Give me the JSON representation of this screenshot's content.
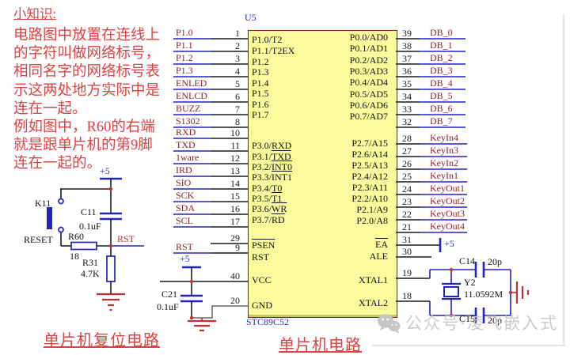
{
  "annotation": {
    "title": "小知识:",
    "lines": [
      "电路图中放置在连线上",
      "的字符叫做网络标号，",
      "相同名字的网络标号表",
      "示这两处地方实际中是",
      "连在一起。",
      "例如图中，R60的右端",
      "就是跟单片机的第9脚",
      "连在一起的。"
    ]
  },
  "chip": {
    "ref": "U5",
    "part": "STC89C52",
    "left_pins": [
      {
        "net": "P1.0",
        "num": "1",
        "pre": "P1.0/T2",
        "ov": ""
      },
      {
        "net": "P1.1",
        "num": "2",
        "pre": "P1.1/T2EX",
        "ov": ""
      },
      {
        "net": "P1.2",
        "num": "3",
        "pre": "P1.2",
        "ov": ""
      },
      {
        "net": "P1.3",
        "num": "4",
        "pre": "P1.3",
        "ov": ""
      },
      {
        "net": "ENLED",
        "num": "5",
        "pre": "P1.4",
        "ov": ""
      },
      {
        "net": "ENLCD",
        "num": "6",
        "pre": "P1.5",
        "ov": ""
      },
      {
        "net": "BUZZ",
        "num": "7",
        "pre": "P1.6",
        "ov": ""
      },
      {
        "net": "S1302",
        "num": "8",
        "pre": "P1.7",
        "ov": ""
      },
      {
        "net": "RXD",
        "num": "10",
        "pre": "P3.0/RXD",
        "ov": ""
      },
      {
        "net": "TXD",
        "num": "11",
        "pre": "P3.1/",
        "ov": "TXD"
      },
      {
        "net": "1ware",
        "num": "12",
        "pre": "P3.2/",
        "ov": "INT0"
      },
      {
        "net": "IRD",
        "num": "13",
        "pre": "P3.3/",
        "ov": "INT1"
      },
      {
        "net": "SIO",
        "num": "14",
        "pre": "P3.4/T0",
        "ov": ""
      },
      {
        "net": "SCK",
        "num": "15",
        "pre": "P3.5/",
        "ov": "T1"
      },
      {
        "net": "SDA",
        "num": "16",
        "pre": "P3.6/",
        "ov": "WR"
      },
      {
        "net": "SCL",
        "num": "17",
        "pre": "P3.7/",
        "ov": "RD"
      },
      {
        "net": "",
        "num": "29",
        "pre": "",
        "ov": "PSEN"
      },
      {
        "net": "RST",
        "num": "9",
        "pre": "RST",
        "ov": ""
      },
      {
        "net": "",
        "num": "40",
        "pre": "VCC",
        "ov": ""
      },
      {
        "net": "",
        "num": "20",
        "pre": "GND",
        "ov": ""
      }
    ],
    "right_pins": [
      {
        "pre": "P0.0/AD0",
        "ov": "",
        "num": "39",
        "net": "DB_0"
      },
      {
        "pre": "P0.1/AD1",
        "ov": "",
        "num": "38",
        "net": "DB_1"
      },
      {
        "pre": "P0.2/AD2",
        "ov": "",
        "num": "37",
        "net": "DB_2"
      },
      {
        "pre": "P0.3/AD3",
        "ov": "",
        "num": "36",
        "net": "DB_3"
      },
      {
        "pre": "P0.4/AD4",
        "ov": "",
        "num": "35",
        "net": "DB_4"
      },
      {
        "pre": "P0.5/AD5",
        "ov": "",
        "num": "34",
        "net": "DB_5"
      },
      {
        "pre": "P0.6/AD6",
        "ov": "",
        "num": "33",
        "net": "DB_6"
      },
      {
        "pre": "P0.7/AD7",
        "ov": "",
        "num": "32",
        "net": "DB_7"
      },
      {
        "pre": "P2.7/A15",
        "ov": "",
        "num": "28",
        "net": "KeyIn4"
      },
      {
        "pre": "P2.6/A14",
        "ov": "",
        "num": "27",
        "net": "KeyIn3"
      },
      {
        "pre": "P2.5/A13",
        "ov": "",
        "num": "26",
        "net": "KeyIn2"
      },
      {
        "pre": "P2.4/A12",
        "ov": "",
        "num": "25",
        "net": "KeyIn1"
      },
      {
        "pre": "P2.3/A11",
        "ov": "",
        "num": "24",
        "net": "KeyOut1"
      },
      {
        "pre": "P2.2/A10",
        "ov": "",
        "num": "23",
        "net": "KeyOut2"
      },
      {
        "pre": "P2.1/A9",
        "ov": "",
        "num": "22",
        "net": "KeyOut3"
      },
      {
        "pre": "P2.0/A8",
        "ov": "",
        "num": "21",
        "net": "KeyOut4"
      },
      {
        "pre": "",
        "ov": "EA",
        "num": "31",
        "net": ""
      },
      {
        "pre": "ALE",
        "ov": "",
        "num": "30",
        "net": ""
      },
      {
        "pre": "XTAL1",
        "ov": "",
        "num": "19",
        "net": ""
      },
      {
        "pre": "XTAL2",
        "ov": "",
        "num": "18",
        "net": ""
      }
    ]
  },
  "power": {
    "plus5": "+5"
  },
  "reset": {
    "key": "K11",
    "key_caption": "RESET",
    "cap": "C11",
    "cap_value": "0.1uF",
    "r1": "R60",
    "r1_value": "18",
    "r2": "R31",
    "r2_value": "4.7K",
    "net": "RST"
  },
  "decoupling": {
    "cap": "C21",
    "cap_value": "0.1uF"
  },
  "crystal": {
    "c_top": "C14",
    "c_top_value": "20p",
    "xtal": "Y2",
    "xtal_value": "11.0592M",
    "c_bot": "C15",
    "c_bot_value": "20p"
  },
  "captions": {
    "reset_circuit": "单片机复位电路",
    "mcu_circuit": "单片机电路"
  },
  "watermark": {
    "icon": "wechat-icon",
    "text": "公众号·凌飞嵌入式"
  },
  "colors": {
    "wire_blue": "#2323BD",
    "wire_black": "#1a1a1a",
    "chip_fill": "#FBFB9D",
    "chip_border": "#8B1A1A",
    "net_label": "#8B2323",
    "annotation_red": "#DC4343",
    "junction_red": "#C03030",
    "watermark_gray": "#CBCBCB"
  }
}
